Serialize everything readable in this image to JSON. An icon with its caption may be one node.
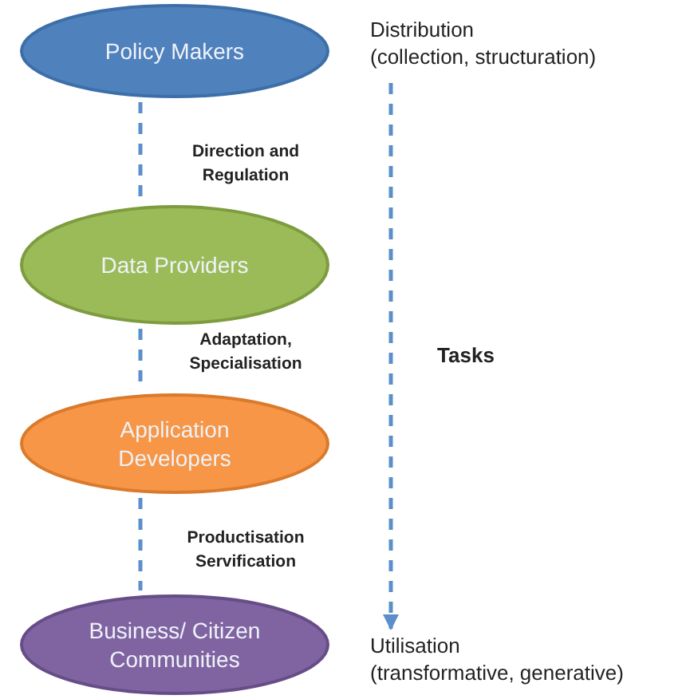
{
  "diagram": {
    "nodes": [
      {
        "text": [
          "Policy Makers"
        ]
      },
      {
        "text": [
          "Data Providers"
        ]
      },
      {
        "text": [
          "Application Developers"
        ]
      },
      {
        "text": [
          "Business/ Citizen Communities"
        ]
      },
      {
        "text": [
          "Distribution",
          "(collection, structuration)"
        ]
      },
      {
        "text": [
          "Utilisation",
          "(transformative, generative)"
        ]
      }
    ],
    "edges": [
      {
        "from": 0,
        "to": 1,
        "arrow": "none",
        "style": "dashed",
        "label": "Direction and Regulation"
      },
      {
        "from": 1,
        "to": 2,
        "arrow": "none",
        "style": "dashed",
        "label": "Adaptation, Specialisation"
      },
      {
        "from": 2,
        "to": 3,
        "arrow": "none",
        "style": "dashed",
        "label": "Productisation Servification"
      },
      {
        "from": 4,
        "to": 5,
        "arrow": "to",
        "style": "dashed",
        "label": "Tasks"
      }
    ]
  }
}
